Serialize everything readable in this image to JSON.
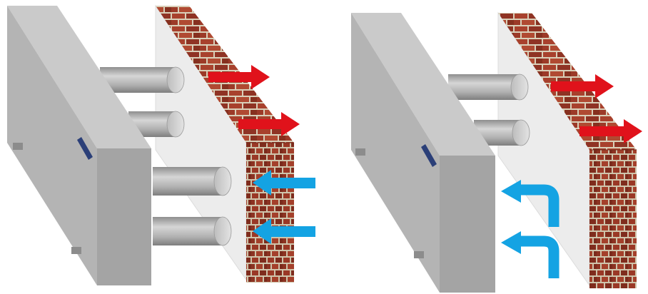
{
  "diagrams": [
    {
      "id": "left",
      "pipes": 4,
      "exhaust_arrows": 2,
      "intake_arrows": 2,
      "intake_style": "straight-through-wall"
    },
    {
      "id": "right",
      "pipes": 2,
      "exhaust_arrows": 2,
      "intake_arrows": 2,
      "intake_style": "from-below-behind-unit"
    }
  ],
  "colors": {
    "exhaust_arrow": "#e0121b",
    "intake_arrow": "#14a3e3",
    "brick": "#9c3a28",
    "mortar": "#d9cfb8",
    "unit_face": "#a9a9a9",
    "unit_top": "#c8c8c8",
    "panel": "#ebebeb",
    "logo": "#2b3f78"
  }
}
